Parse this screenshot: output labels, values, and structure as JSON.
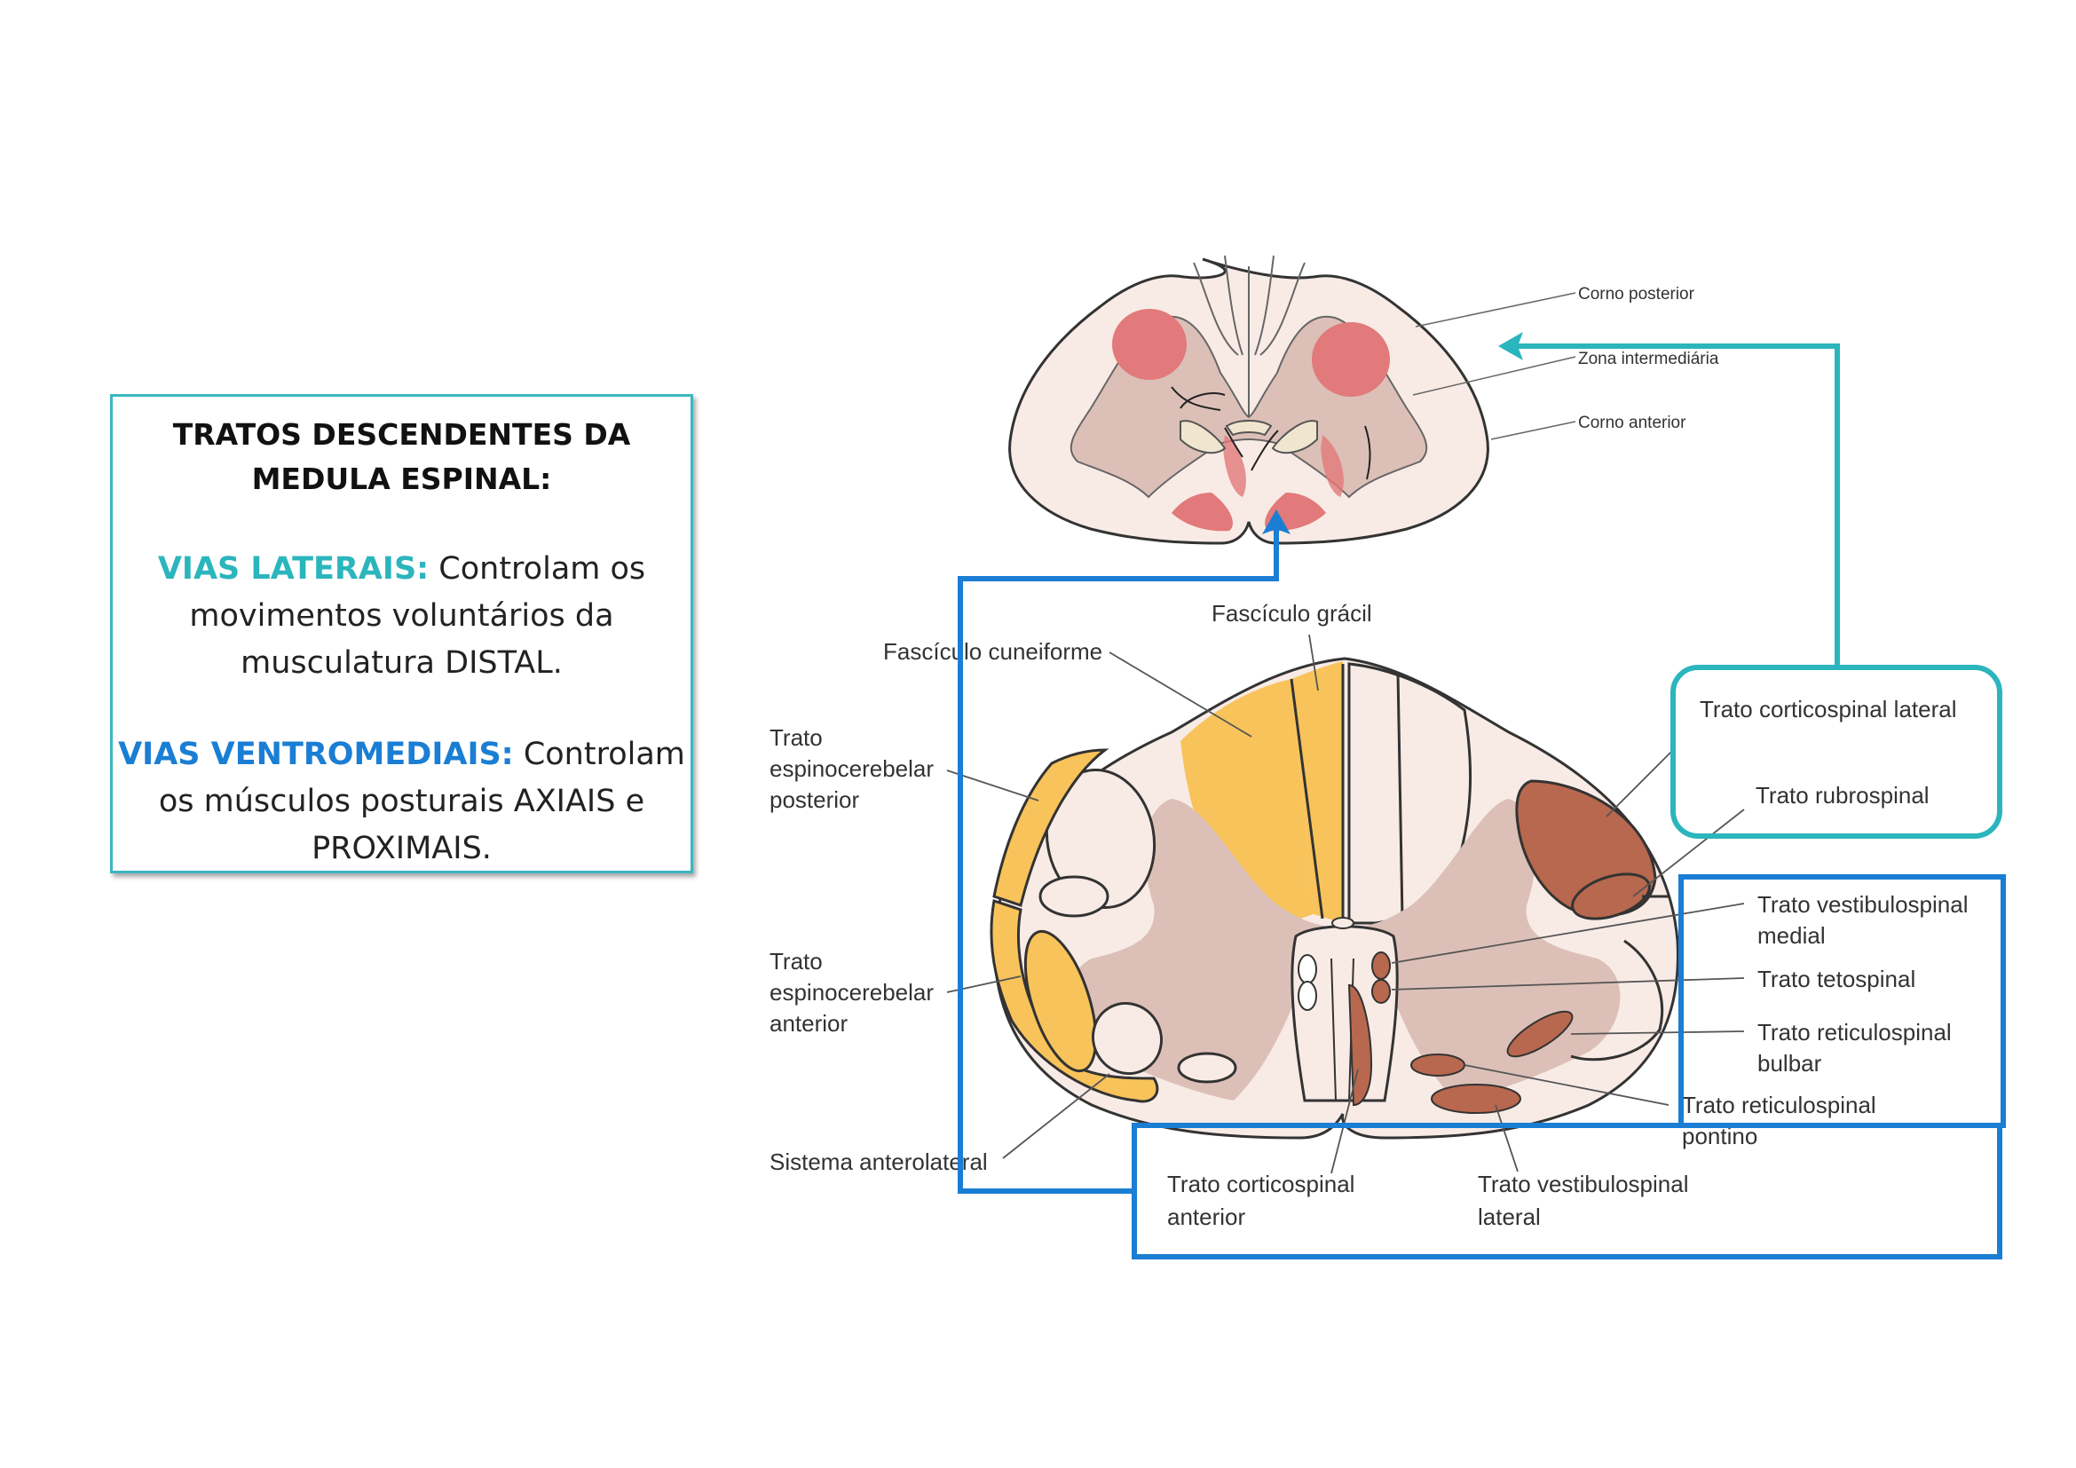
{
  "info": {
    "title_line1": "TRATOS DESCENDENTES DA",
    "title_line2": "MEDULA ESPINAL:",
    "lateral_heading": "VIAS LATERAIS:",
    "lateral_l1": "Controlam os",
    "lateral_l2": "movimentos voluntários da",
    "lateral_l3": "musculatura DISTAL.",
    "ventro_heading": "VIAS VENTROMEDIAIS:",
    "ventro_l1": "Controlam",
    "ventro_l2": "os músculos posturais AXIAIS e",
    "ventro_l3": "PROXIMAIS."
  },
  "top_labels": {
    "corno_posterior": "Corno posterior",
    "zona_intermediaria": "Zona intermediária",
    "corno_anterior": "Corno anterior"
  },
  "labels": {
    "fasciculo_gracil": "Fascículo grácil",
    "fasciculo_cuneiforme": "Fascículo cuneiforme",
    "espino_post_1": "Trato",
    "espino_post_2": "espinocerebelar",
    "espino_post_3": "posterior",
    "espino_ant_1": "Trato",
    "espino_ant_2": "espinocerebelar",
    "espino_ant_3": "anterior",
    "sistema_anterolateral": "Sistema anterolateral",
    "corticospinal_lateral": "Trato corticospinal lateral",
    "rubrospinal": "Trato rubrospinal",
    "vestibulo_medial_1": "Trato vestibulospinal",
    "vestibulo_medial_2": "medial",
    "tetospinal": "Trato tetospinal",
    "reticulo_bulbar_1": "Trato reticulospinal",
    "reticulo_bulbar_2": "bulbar",
    "reticulo_pontino_1": "Trato reticulospinal",
    "reticulo_pontino_2": "pontino",
    "corticospinal_anterior_1": "Trato corticospinal",
    "corticospinal_anterior_2": "anterior",
    "vestibulo_lateral_1": "Trato vestibulospinal",
    "vestibulo_lateral_2": "lateral"
  },
  "colors": {
    "lateral": "#2bb5bd",
    "ventromedial": "#1a7ed4",
    "ascending": "#f8c35a",
    "descending": "#b8684e",
    "gray_matter": "#dcc0b8",
    "white_matter": "#f8ebe6",
    "top_tract": "#e2797a"
  }
}
